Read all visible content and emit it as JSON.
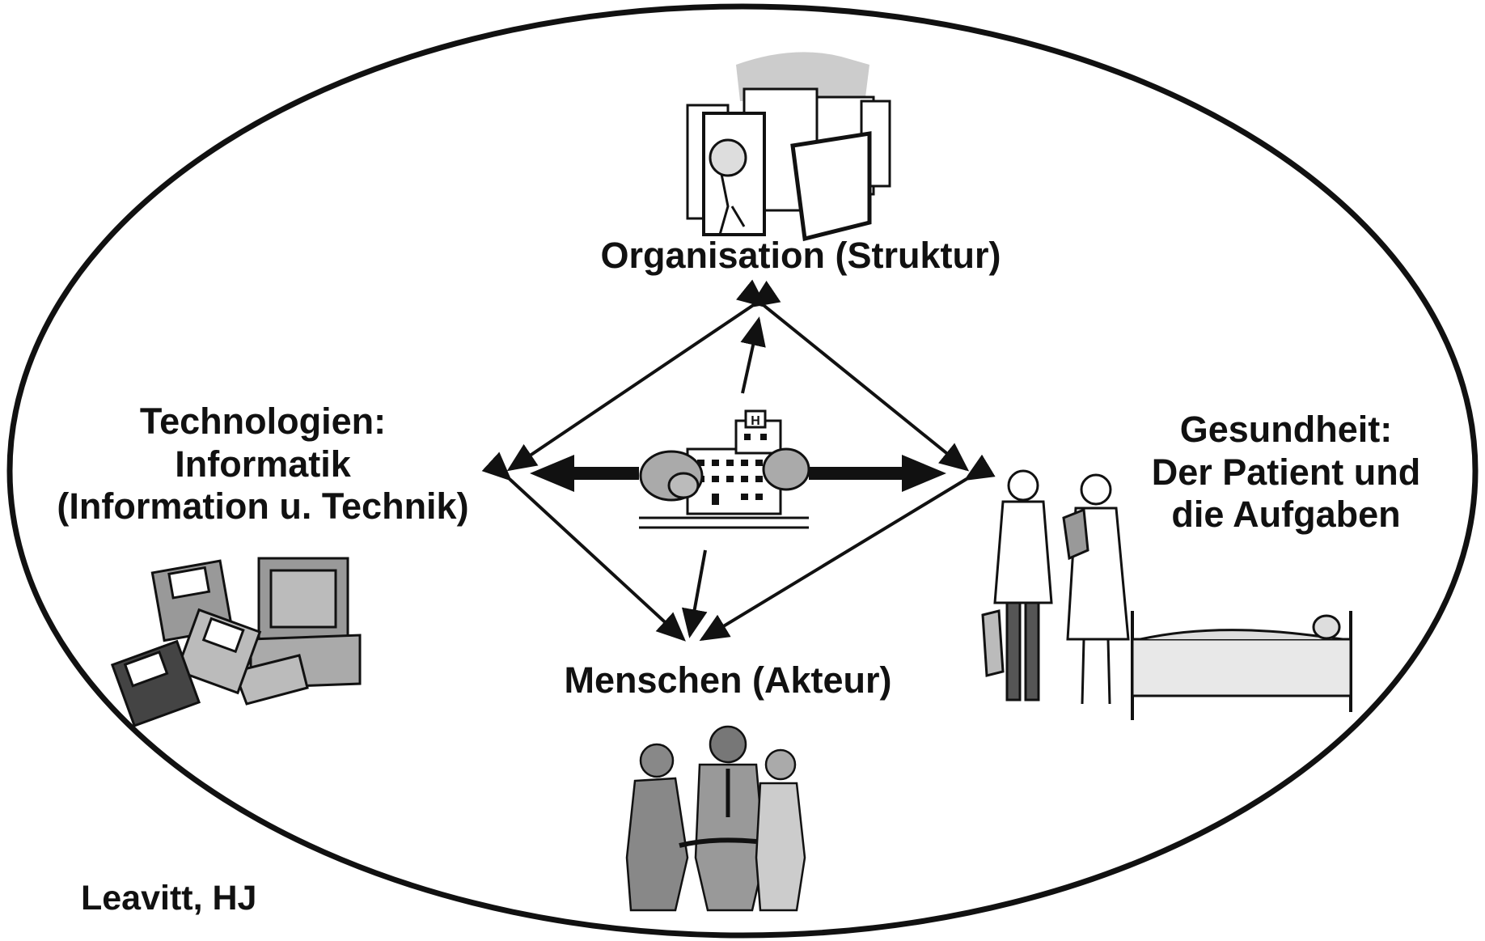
{
  "diagram": {
    "credit": "Leavitt, HJ",
    "nodes": {
      "organisation": {
        "lines": [
          "Organisation (Struktur)"
        ],
        "icon": "office-maze-icon"
      },
      "technology": {
        "lines": [
          "Technologien:",
          "Informatik",
          "(Information u. Technik)"
        ],
        "icon": "computer-disks-icon"
      },
      "health": {
        "lines": [
          "Gesundheit:",
          "Der Patient und",
          "die Aufgaben"
        ],
        "icon": "doctor-nurse-patient-icon"
      },
      "people": {
        "lines": [
          "Menschen (Akteur)"
        ],
        "icon": "handshake-people-icon"
      },
      "center": {
        "icon": "hospital-building-icon"
      }
    },
    "colors": {
      "ink": "#111111",
      "fill_gray": "#9a9a9a",
      "light_gray": "#cfcfcf"
    }
  }
}
